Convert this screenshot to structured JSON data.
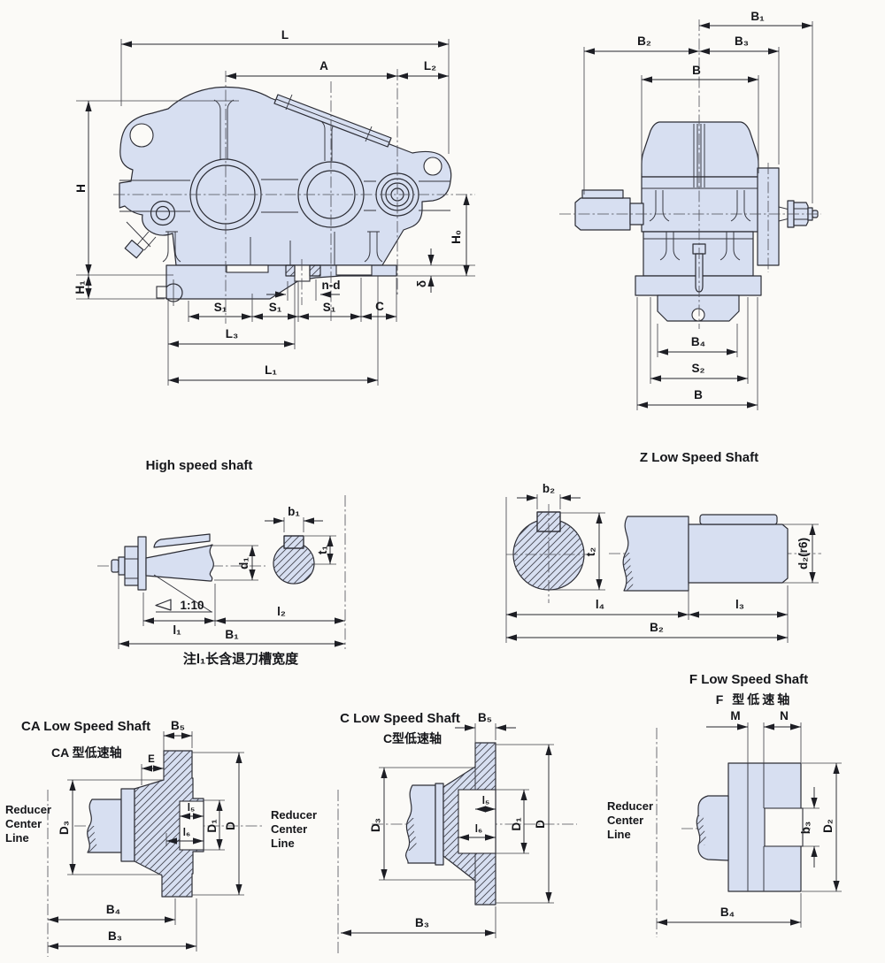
{
  "colors": {
    "drawing_fill": "#d7dff1",
    "line": "#2c2d35",
    "background": "#fbfaf7"
  },
  "side_view": {
    "dims": {
      "L": "L",
      "A": "A",
      "L2": "L₂",
      "H": "H",
      "H1": "H₁",
      "H0": "H₀",
      "delta": "δ",
      "nd": "n-d",
      "S1a": "S₁",
      "S1b": "S₁",
      "S1c": "S₁",
      "C": "C",
      "L3": "L₃",
      "L1": "L₁"
    }
  },
  "end_view": {
    "dims": {
      "B1": "B₁",
      "B2": "B₂",
      "B3": "B₃",
      "B_top": "B",
      "B4": "B₄",
      "S2": "S₂",
      "B_bot": "B"
    }
  },
  "hs_shaft": {
    "title": "High speed shaft",
    "note": "注l₁长含退刀槽宽度",
    "dims": {
      "b1": "b₁",
      "t1": "t₁",
      "d1": "d₁",
      "taper": "1:10",
      "l1": "l₁",
      "l2": "l₂",
      "B1": "B₁"
    }
  },
  "z_shaft": {
    "title": "Z Low Speed Shaft",
    "dims": {
      "b2": "b₂",
      "t2": "t₂",
      "d2": "d₂(r6)",
      "l4": "l₄",
      "l3": "l₃",
      "B2": "B₂"
    }
  },
  "ca_shaft": {
    "title": "CA Low Speed Shaft",
    "subtitle": "CA 型低速轴",
    "center_line": [
      "Reducer",
      "Center",
      "Line"
    ],
    "dims": {
      "B5": "B₅",
      "E": "E",
      "D3": "D₃",
      "l5": "l₅",
      "l6": "l₆",
      "D1": "D₁",
      "D": "D",
      "B4": "B₄",
      "B3": "B₃"
    }
  },
  "c_shaft": {
    "title": "C Low Speed Shaft",
    "subtitle": "C型低速轴",
    "center_line": [
      "Reducer",
      "Center",
      "Line"
    ],
    "dims": {
      "B5": "B₅",
      "D3": "D₃",
      "l5": "l₅",
      "l6": "l₆",
      "D1": "D₁",
      "D": "D",
      "B3": "B₃"
    }
  },
  "f_shaft": {
    "title": "F Low Speed Shaft",
    "subtitle": "F 型低速轴",
    "center_line": [
      "Reducer",
      "Center",
      "Line"
    ],
    "dims": {
      "M": "M",
      "N": "N",
      "b3": "b₃",
      "D2": "D₂",
      "B4": "B₄"
    }
  }
}
